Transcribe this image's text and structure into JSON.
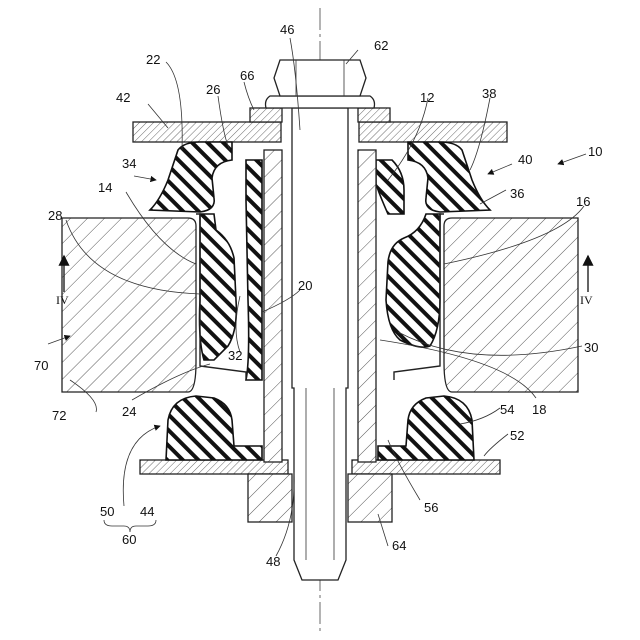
{
  "reference_numerals": {
    "n10": "10",
    "n12": "12",
    "n14": "14",
    "n16": "16",
    "n18": "18",
    "n20": "20",
    "n22": "22",
    "n24": "24",
    "n26": "26",
    "n28": "28",
    "n30": "30",
    "n32": "32",
    "n34": "34",
    "n36": "36",
    "n38": "38",
    "n40": "40",
    "n42": "42",
    "n44": "44",
    "n46": "46",
    "n48": "48",
    "n50": "50",
    "n52": "52",
    "n54": "54",
    "n56": "56",
    "n60": "60",
    "n62": "62",
    "n64": "64",
    "n66": "66",
    "n70": "70",
    "n72": "72"
  },
  "section_markers": {
    "left": "IV",
    "right": "IV"
  }
}
